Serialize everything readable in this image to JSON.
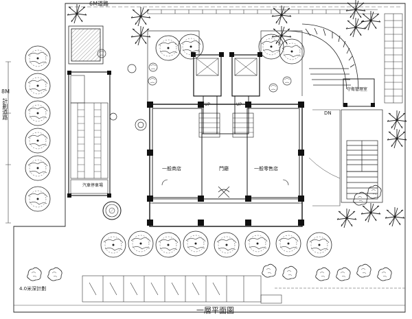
{
  "drawing": {
    "title": "一層平面圖",
    "road_top": "6M道路",
    "road_left": "8M計劃道路",
    "road_left_letters": "8M",
    "road_left_chars": "計劃道路",
    "bottom_left_note": "4.0米深計劃",
    "lobby": "門廳",
    "shop_left": "一般商店",
    "shop_right": "一般零售店",
    "guard_room": "守衛管理室",
    "ramp_label": "DN",
    "parking_label": "汽車停車場",
    "stair_label_left": "UP",
    "stair_label_right": "UP"
  },
  "style": {
    "ink": "#1a1a1a",
    "wall": "#111111",
    "paper": "#ffffff"
  }
}
